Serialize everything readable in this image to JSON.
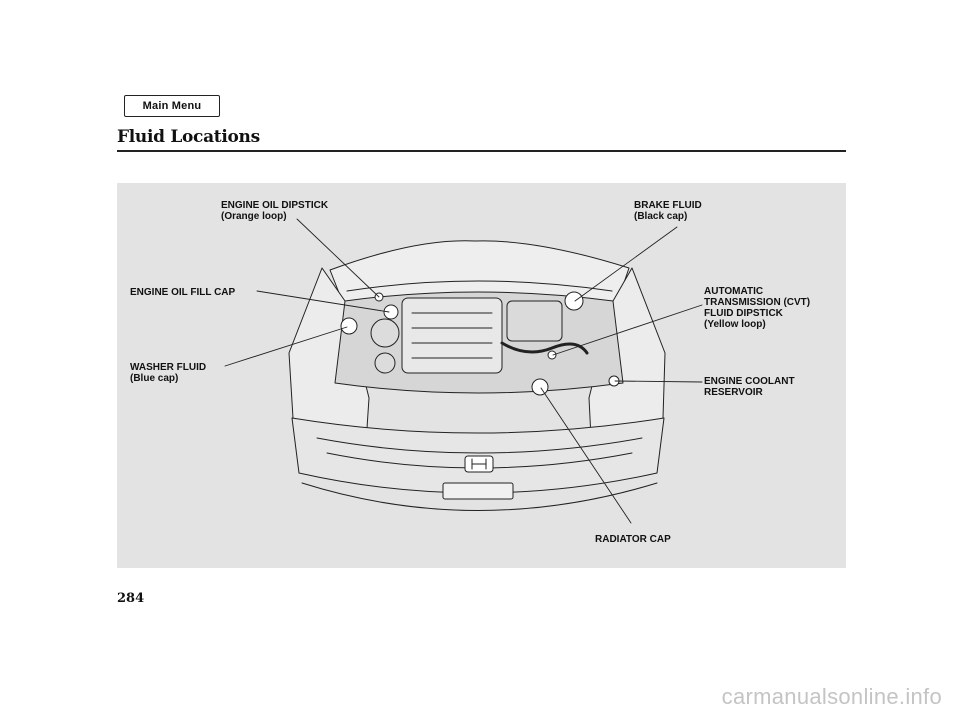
{
  "nav": {
    "main_menu_label": "Main Menu"
  },
  "page": {
    "title": "Fluid Locations",
    "number": "284"
  },
  "callouts": {
    "engine_oil_dipstick": {
      "line1": "ENGINE OIL DIPSTICK",
      "line2": "(Orange loop)"
    },
    "brake_fluid": {
      "line1": "BRAKE FLUID",
      "line2": "(Black cap)"
    },
    "engine_oil_fill_cap": {
      "line1": "ENGINE OIL FILL CAP"
    },
    "atf": {
      "line1": "AUTOMATIC",
      "line2": "TRANSMISSION (CVT)",
      "line3": "FLUID DIPSTICK",
      "line4": "(Yellow loop)"
    },
    "washer_fluid": {
      "line1": "WASHER FLUID",
      "line2": "(Blue cap)"
    },
    "engine_coolant": {
      "line1": "ENGINE COOLANT",
      "line2": "RESERVOIR"
    },
    "radiator_cap": {
      "line1": "RADIATOR CAP"
    }
  },
  "footer": {
    "watermark": "carmanualsonline.info"
  },
  "colors": {
    "figure_background": "#e3e3e3",
    "line_art": "#222222"
  }
}
